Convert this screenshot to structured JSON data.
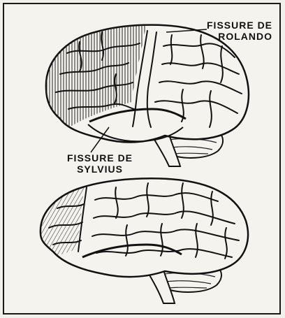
{
  "labels": {
    "rolando_line1": "FISSURE DE",
    "rolando_line2": "ROLANDO",
    "sylvius_line1": "FISSURE DE",
    "sylvius_line2": "SYLVIUS"
  },
  "colors": {
    "ink": "#111111",
    "paper": "#f4f3ee",
    "hatch": "#2a2a2a"
  }
}
